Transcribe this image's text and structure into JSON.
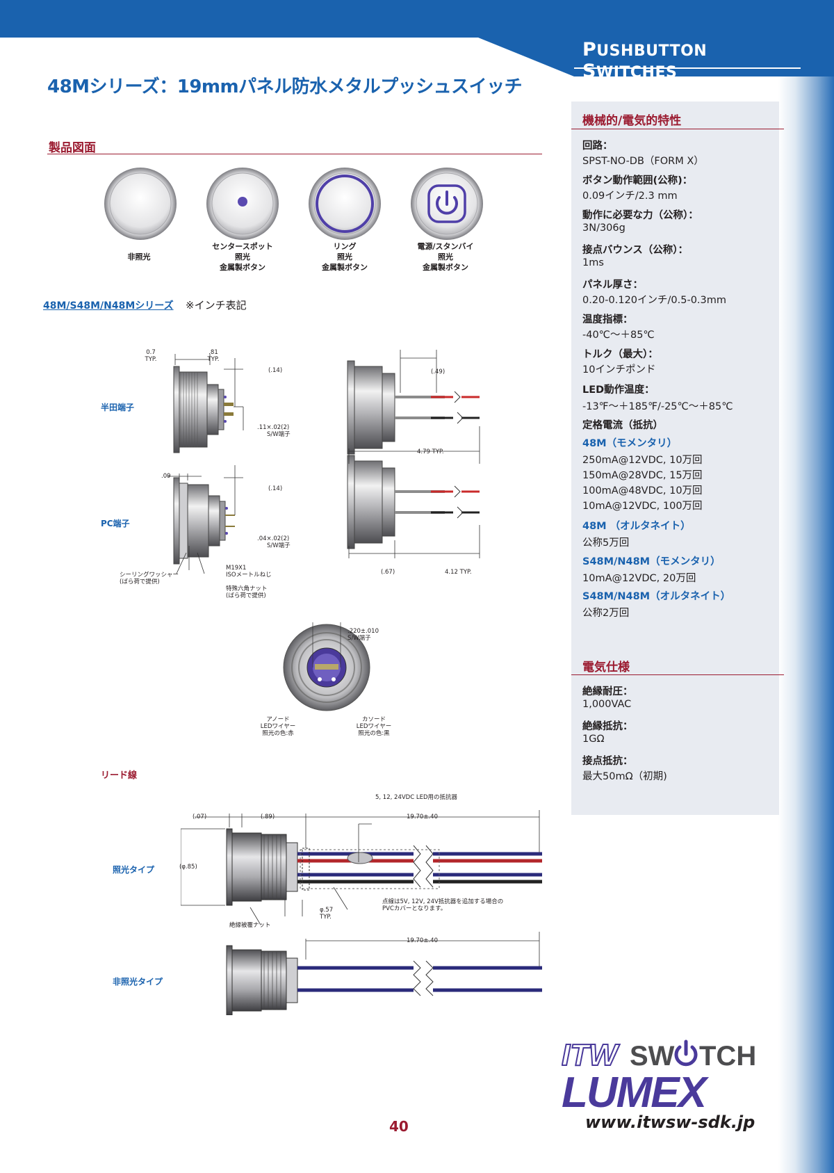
{
  "header": {
    "category_title_main1": "P",
    "category_title_small1": "USHBUTTON",
    "category_title_main2": "S",
    "category_title_small2": "WITCHES"
  },
  "page_title": "48Mシリーズ：19mmパネル防水メタルプッシュスイッチ",
  "drawing_section": {
    "heading": "製品図面",
    "buttons": [
      {
        "caption_lines": [
          "非照光"
        ]
      },
      {
        "caption_lines": [
          "センタースポット",
          "照光",
          "金属製ボタン"
        ]
      },
      {
        "caption_lines": [
          "リング",
          "照光",
          "金属製ボタン"
        ]
      },
      {
        "caption_lines": [
          "電源/スタンバイ",
          "照光",
          "金属製ボタン"
        ]
      }
    ],
    "series_link": "48M/S48M/N48Mシリーズ",
    "series_note": "※インチ表記",
    "solder_label": "半田端子",
    "pc_label": "PC端子",
    "lead_label": "リード線",
    "illuminated_label": "照光タイプ",
    "non_illuminated_label": "非照光タイプ",
    "dims": {
      "d1": "0.7",
      "d1b": "TYP.",
      "d2": ".81",
      "d2b": "TYP.",
      "d3": "(.14)",
      "d4": ".11×.02(2)",
      "d4b": "S/W端子",
      "d5": "(.49)",
      "d6": "4.79 TYP.",
      "d7": ".09",
      "d8": "(.14)",
      "d9": ".04×.02(2)",
      "d9b": "S/W端子",
      "d10": "M19X1",
      "d10b": "ISOメートルねじ",
      "d11": "シーリングワッシャー",
      "d11b": "(ばら荷で提供)",
      "d12": "特殊六角ナット",
      "d12b": "(ばら荷で提供)",
      "d13": "(.67)",
      "d14": "4.12 TYP.",
      "d15": ".220±.010",
      "d15b": "S/W端子",
      "d16": "アノード",
      "d16b": "LEDワイヤー",
      "d16c": "照光の色:赤",
      "d17": "カソード",
      "d17b": "LEDワイヤー",
      "d17c": "照光の色:黒",
      "d18": "5, 12, 24VDC LED用の抵抗器",
      "d19": "(.07)",
      "d20": "(.89)",
      "d21": "19.70±.40",
      "d22": "(φ.85)",
      "d23": "φ.57",
      "d23b": "TYP.",
      "d24": "点線は5V, 12V, 24V抵抗器を追加する場合の",
      "d24b": "PVCカバーとなります。",
      "d25": "絶縁被覆ナット",
      "d26": "19.70±.40"
    }
  },
  "specs": {
    "heading": "機械的/電気的特性",
    "items": [
      {
        "k": "回路：",
        "v": "SPST-NO-DB（FORM X）"
      },
      {
        "k": "ボタン動作範囲(公称)：",
        "v": "0.09インチ/2.3 mm"
      },
      {
        "k": "動作に必要な力（公称）：",
        "v": "3N/306g"
      },
      {
        "k": "接点バウンス（公称）：",
        "v": "1ms"
      },
      {
        "k": "パネル厚さ：",
        "v": "0.20-0.120インチ/0.5-0.3mm"
      },
      {
        "k": "温度指標：",
        "v": "-40℃～＋85℃"
      },
      {
        "k": "トルク（最大）：",
        "v": "10インチポンド"
      },
      {
        "k": "LED動作温度：",
        "v": "-13℉～＋185℉/-25℃～＋85℃"
      }
    ],
    "rating_heading": "定格電流（抵抗）",
    "ratings": [
      {
        "name": "48M（モメンタリ）",
        "lines": [
          "250mA@12VDC, 10万回",
          "150mA@28VDC, 15万回",
          "100mA@48VDC, 10万回",
          "10mA@12VDC, 100万回"
        ]
      },
      {
        "name": "48M （オルタネイト）",
        "lines": [
          "公称5万回"
        ]
      },
      {
        "name": "S48M/N48M（モメンタリ）",
        "lines": [
          "10mA@12VDC, 20万回"
        ]
      },
      {
        "name": "S48M/N48M（オルタネイト）",
        "lines": [
          "公称2万回"
        ]
      }
    ],
    "elec_heading": "電気仕様",
    "elec": [
      {
        "k": "絶縁耐圧：",
        "v": "1,000VAC"
      },
      {
        "k": "絶縁抵抗：",
        "v": "1GΩ"
      },
      {
        "k": "接点抵抗：",
        "v": "最大50mΩ（初期)"
      }
    ]
  },
  "logo": {
    "line1a": "ITW",
    "line1b": "SW",
    "line1c": "TCH",
    "line2": "LUMEX"
  },
  "url": "www.itwsw-sdk.jp",
  "page_number": "40",
  "colors": {
    "brand_blue": "#1a62ae",
    "accent_red": "#9b1b30",
    "logo_purple": "#4a3a9b",
    "panel": "#e8ebf1"
  }
}
